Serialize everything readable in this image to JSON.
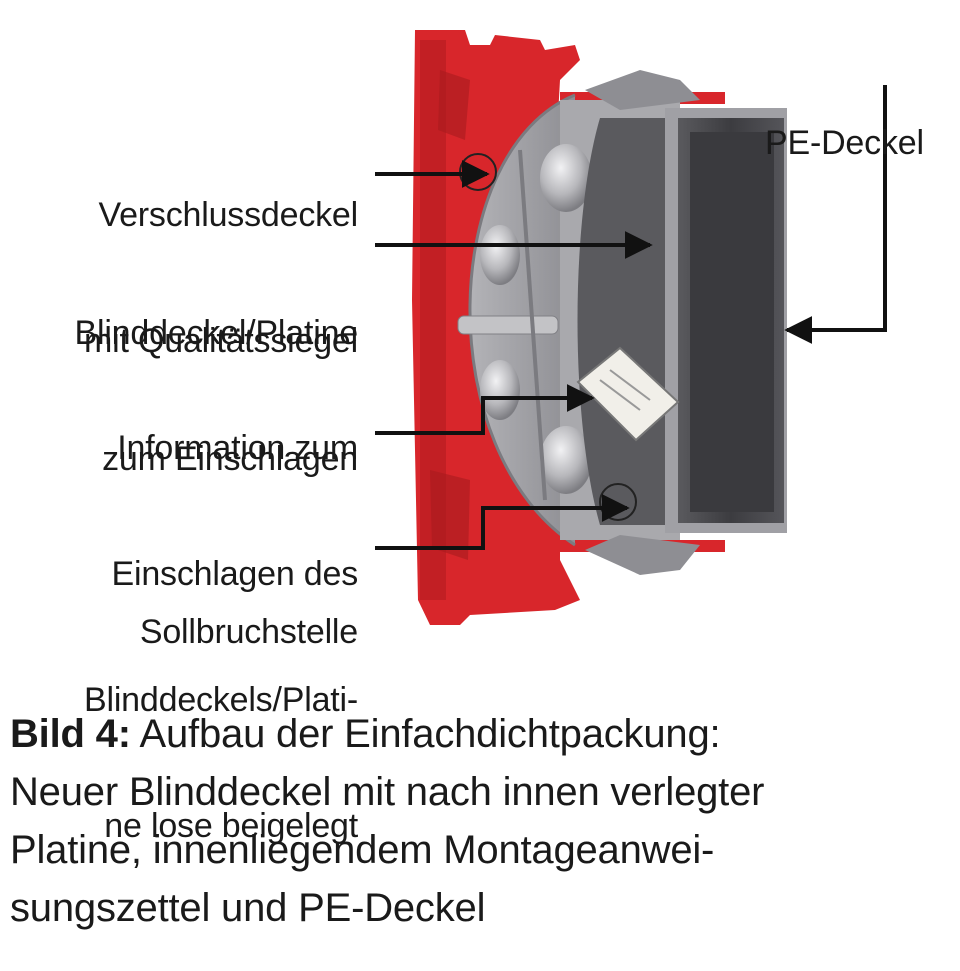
{
  "labels": {
    "verschlussdeckel": [
      "Verschlussdeckel",
      "mit Qualitätssiegel"
    ],
    "blinddeckel": [
      "Blinddeckel/Platine",
      "zum Einschlagen"
    ],
    "information": [
      "Information zum",
      "Einschlagen des",
      "Blinddeckels/Plati-",
      "ne lose beigelegt"
    ],
    "sollbruchstelle": [
      "Sollbruchstelle"
    ],
    "pe_deckel": [
      "PE-Deckel"
    ]
  },
  "caption": {
    "prefix": "Bild 4:",
    "line1": " Aufbau der Einfachdichtpackung:",
    "line2": "Neuer Blinddeckel mit nach innen verlegter",
    "line3": "Platine, innenliegendem Montageanwei-",
    "line4": "sungszettel und PE-Deckel"
  },
  "colors": {
    "frame_red": "#d8262b",
    "dark_red": "#a81a1e",
    "housing_grey": "#9c9c9f",
    "light_grey": "#c3c3c6",
    "dark_grey": "#4a4a4d",
    "arrow": "#111111"
  }
}
